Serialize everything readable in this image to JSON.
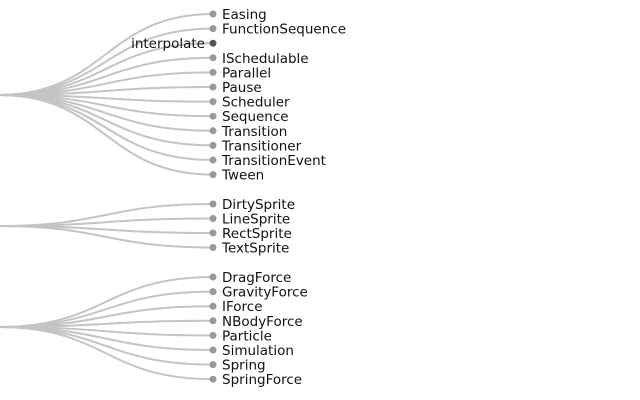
{
  "groups": [
    {
      "leaves": [
        {
          "label": "Easing",
          "internal": false
        },
        {
          "label": "FunctionSequence",
          "internal": false
        },
        {
          "label": "interpolate",
          "internal": true
        },
        {
          "label": "ISchedulable",
          "internal": false
        },
        {
          "label": "Parallel",
          "internal": false
        },
        {
          "label": "Pause",
          "internal": false
        },
        {
          "label": "Scheduler",
          "internal": false
        },
        {
          "label": "Sequence",
          "internal": false
        },
        {
          "label": "Transition",
          "internal": false
        },
        {
          "label": "Transitioner",
          "internal": false
        },
        {
          "label": "TransitionEvent",
          "internal": false
        },
        {
          "label": "Tween",
          "internal": false
        }
      ]
    },
    {
      "leaves": [
        {
          "label": "DirtySprite",
          "internal": false
        },
        {
          "label": "LineSprite",
          "internal": false
        },
        {
          "label": "RectSprite",
          "internal": false
        },
        {
          "label": "TextSprite",
          "internal": false
        }
      ]
    },
    {
      "leaves": [
        {
          "label": "DragForce",
          "internal": false
        },
        {
          "label": "GravityForce",
          "internal": false
        },
        {
          "label": "IForce",
          "internal": false
        },
        {
          "label": "NBodyForce",
          "internal": false
        },
        {
          "label": "Particle",
          "internal": false
        },
        {
          "label": "Simulation",
          "internal": false
        },
        {
          "label": "Spring",
          "internal": false
        },
        {
          "label": "SpringForce",
          "internal": false
        }
      ]
    }
  ],
  "colors": {
    "link": "#c4c4c4",
    "leaf_node": "#999999",
    "internal_node": "#555555",
    "text": "#111111"
  }
}
